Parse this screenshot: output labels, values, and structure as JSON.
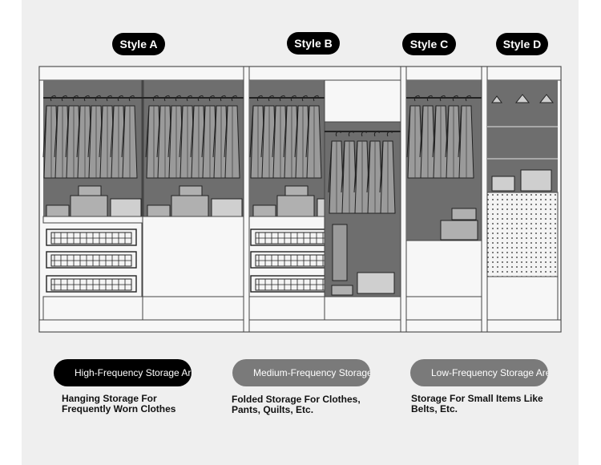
{
  "styles": [
    {
      "label": "Style A"
    },
    {
      "label": "Style B"
    },
    {
      "label": "Style C"
    },
    {
      "label": "Style D"
    }
  ],
  "zones": [
    {
      "label": "High-Frequency Storage Area",
      "description_line1": "Hanging Storage For",
      "description_line2": "Frequently Worn Clothes",
      "color": "#000000"
    },
    {
      "label": "Medium-Frequency Storage Area",
      "description_line1": "Folded Storage For Clothes,",
      "description_line2": "Pants, Quilts, Etc.",
      "color": "#7a7a7a"
    },
    {
      "label": "Low-Frequency Storage Area",
      "description_line1": "Storage For Small Items Like",
      "description_line2": "Belts, Etc.",
      "color": "#7a7a7a"
    }
  ],
  "colors": {
    "panel_background": "#efefef",
    "interior_dark": "#6e6e6e",
    "frame_line": "#444444"
  }
}
